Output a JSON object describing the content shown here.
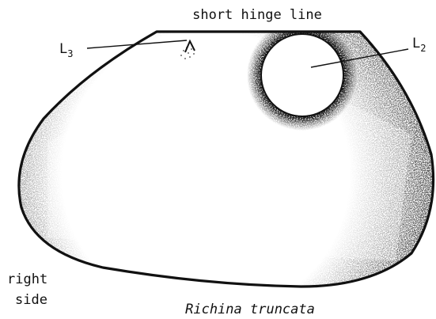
{
  "header": {
    "text": "short hinge line"
  },
  "labels": {
    "l3": {
      "main": "L",
      "sub": "3"
    },
    "l2": {
      "main": "L",
      "sub": "2"
    }
  },
  "side_label": {
    "line1": "right",
    "line2": "side"
  },
  "caption": {
    "text": "Richina truncata"
  }
}
